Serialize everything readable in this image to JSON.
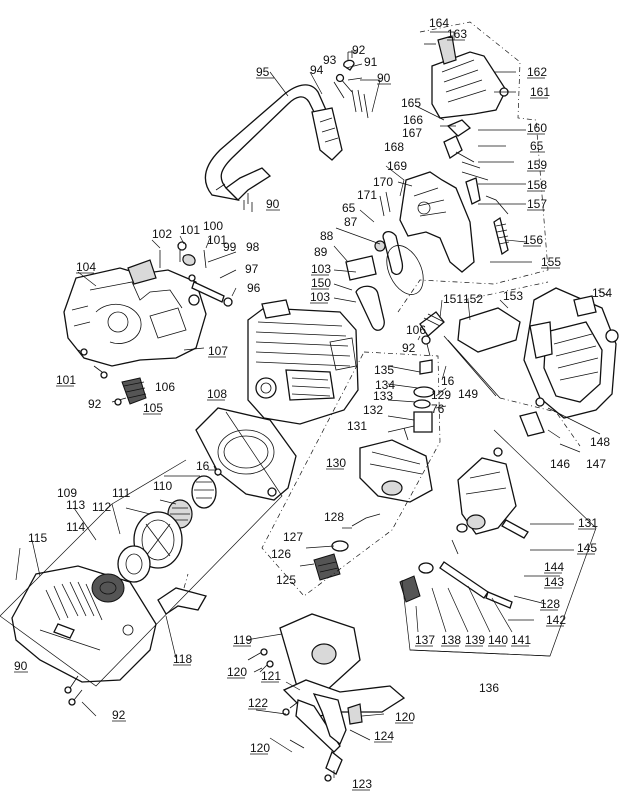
{
  "callouts": [
    {
      "id": "c164",
      "text": "164"
    },
    {
      "id": "c163",
      "text": "163"
    },
    {
      "id": "c92a",
      "text": "92"
    },
    {
      "id": "c93",
      "text": "93"
    },
    {
      "id": "c91",
      "text": "91"
    },
    {
      "id": "c95",
      "text": "95"
    },
    {
      "id": "c94",
      "text": "94"
    },
    {
      "id": "c90a",
      "text": "90"
    },
    {
      "id": "c162",
      "text": "162"
    },
    {
      "id": "c161",
      "text": "161"
    },
    {
      "id": "c165",
      "text": "165"
    },
    {
      "id": "c166",
      "text": "166"
    },
    {
      "id": "c167",
      "text": "167"
    },
    {
      "id": "c168",
      "text": "168"
    },
    {
      "id": "c160",
      "text": "160"
    },
    {
      "id": "c65a",
      "text": "65"
    },
    {
      "id": "c159",
      "text": "159"
    },
    {
      "id": "c169",
      "text": "169"
    },
    {
      "id": "c158",
      "text": "158"
    },
    {
      "id": "c170",
      "text": "170"
    },
    {
      "id": "c171",
      "text": "171"
    },
    {
      "id": "c157",
      "text": "157"
    },
    {
      "id": "c90b",
      "text": "90"
    },
    {
      "id": "c65b",
      "text": "65"
    },
    {
      "id": "c87",
      "text": "87"
    },
    {
      "id": "c88",
      "text": "88"
    },
    {
      "id": "c156",
      "text": "156"
    },
    {
      "id": "c89",
      "text": "89"
    },
    {
      "id": "c155",
      "text": "155"
    },
    {
      "id": "c100",
      "text": "100"
    },
    {
      "id": "c102",
      "text": "102"
    },
    {
      "id": "c101a",
      "text": "101"
    },
    {
      "id": "c101b",
      "text": "101"
    },
    {
      "id": "c99",
      "text": "99"
    },
    {
      "id": "c98",
      "text": "98"
    },
    {
      "id": "c104",
      "text": "104"
    },
    {
      "id": "c97",
      "text": "97"
    },
    {
      "id": "c103a",
      "text": "103"
    },
    {
      "id": "c150",
      "text": "150"
    },
    {
      "id": "c103b",
      "text": "103"
    },
    {
      "id": "c96",
      "text": "96"
    },
    {
      "id": "c151",
      "text": "151"
    },
    {
      "id": "c152",
      "text": "152"
    },
    {
      "id": "c153",
      "text": "153"
    },
    {
      "id": "c154",
      "text": "154"
    },
    {
      "id": "c107",
      "text": "107"
    },
    {
      "id": "c106a",
      "text": "106"
    },
    {
      "id": "c92b",
      "text": "92"
    },
    {
      "id": "c101c",
      "text": "101"
    },
    {
      "id": "c106b",
      "text": "106"
    },
    {
      "id": "c135",
      "text": "135"
    },
    {
      "id": "c16a",
      "text": "16"
    },
    {
      "id": "c134",
      "text": "134"
    },
    {
      "id": "c129",
      "text": "129"
    },
    {
      "id": "c149",
      "text": "149"
    },
    {
      "id": "c133",
      "text": "133"
    },
    {
      "id": "c76",
      "text": "76"
    },
    {
      "id": "c92c",
      "text": "92"
    },
    {
      "id": "c105",
      "text": "105"
    },
    {
      "id": "c108",
      "text": "108"
    },
    {
      "id": "c132",
      "text": "132"
    },
    {
      "id": "c148",
      "text": "148"
    },
    {
      "id": "c131a",
      "text": "131"
    },
    {
      "id": "c146",
      "text": "146"
    },
    {
      "id": "c147",
      "text": "147"
    },
    {
      "id": "c16b",
      "text": "16"
    },
    {
      "id": "c130",
      "text": "130"
    },
    {
      "id": "c109",
      "text": "109"
    },
    {
      "id": "c111",
      "text": "111"
    },
    {
      "id": "c110",
      "text": "110"
    },
    {
      "id": "c113",
      "text": "113"
    },
    {
      "id": "c112",
      "text": "112"
    },
    {
      "id": "c131b",
      "text": "131"
    },
    {
      "id": "c128a",
      "text": "128"
    },
    {
      "id": "c114",
      "text": "114"
    },
    {
      "id": "c145",
      "text": "145"
    },
    {
      "id": "c115",
      "text": "115"
    },
    {
      "id": "c127",
      "text": "127"
    },
    {
      "id": "c144",
      "text": "144"
    },
    {
      "id": "c126",
      "text": "126"
    },
    {
      "id": "c143",
      "text": "143"
    },
    {
      "id": "c125",
      "text": "125"
    },
    {
      "id": "c128b",
      "text": "128"
    },
    {
      "id": "c142",
      "text": "142"
    },
    {
      "id": "c137",
      "text": "137"
    },
    {
      "id": "c138",
      "text": "138"
    },
    {
      "id": "c139",
      "text": "139"
    },
    {
      "id": "c140",
      "text": "140"
    },
    {
      "id": "c141",
      "text": "141"
    },
    {
      "id": "c119",
      "text": "119"
    },
    {
      "id": "c118",
      "text": "118"
    },
    {
      "id": "c90c",
      "text": "90"
    },
    {
      "id": "c120a",
      "text": "120"
    },
    {
      "id": "c136",
      "text": "136"
    },
    {
      "id": "c121",
      "text": "121"
    },
    {
      "id": "c120b",
      "text": "120"
    },
    {
      "id": "c122",
      "text": "122"
    },
    {
      "id": "c92d",
      "text": "92"
    },
    {
      "id": "c124",
      "text": "124"
    },
    {
      "id": "c120c",
      "text": "120"
    },
    {
      "id": "c123",
      "text": "123"
    }
  ]
}
